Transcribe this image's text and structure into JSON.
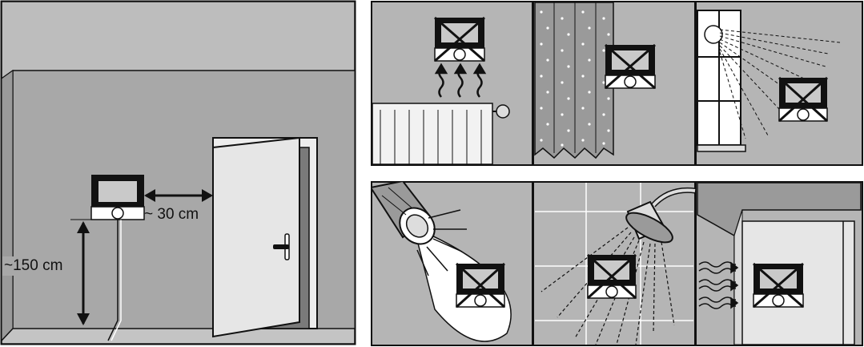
{
  "placement": {
    "distance_from_door": "~ 30 cm",
    "height_from_floor": "~150 cm"
  },
  "forbidden_locations": [
    "radiator",
    "curtain",
    "window-sunlight",
    "spotlight",
    "shower",
    "draft-corner"
  ],
  "colors": {
    "wall": "#a8a8a8",
    "ceiling": "#bdbdbd",
    "floor": "#c4c4c4",
    "door": "#e6e6e6",
    "panel_bg": "#b5b5b5",
    "line": "#111111"
  }
}
